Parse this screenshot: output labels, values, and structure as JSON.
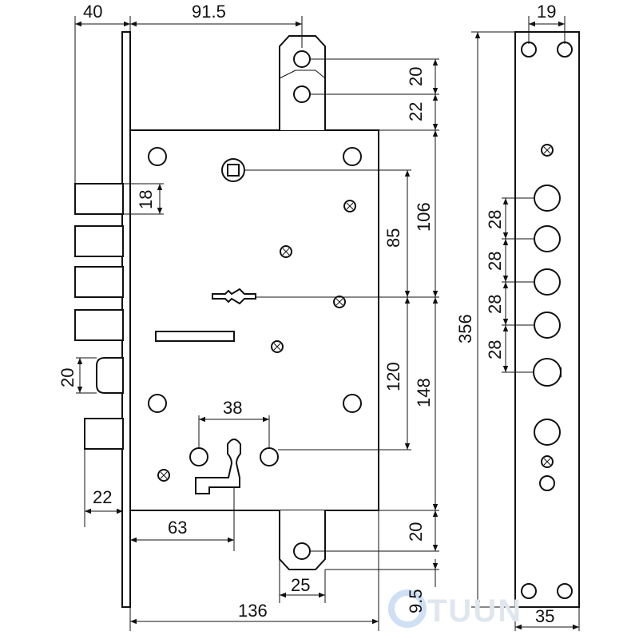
{
  "drawing": {
    "subject": "mortise lock dimension drawing",
    "dimensions": {
      "backset_top": "40",
      "top_width": "91.5",
      "faceplate_hole_spacing": "19",
      "strike_hole_top": "20",
      "strike_offset_top": "22",
      "bolt_height": "18",
      "height_85": "85",
      "height_106": "106",
      "total_height": "356",
      "spacing_28_a": "28",
      "spacing_28_b": "28",
      "spacing_28_c": "28",
      "spacing_28_d": "28",
      "latch_height": "20",
      "height_120": "120",
      "height_148": "148",
      "cylinder_spacing": "38",
      "backset_bottom": "22",
      "cylinder_backset": "63",
      "strike_hole_bottom": "20",
      "strike_width_bottom": "25",
      "bottom_offset": "9.5",
      "case_width": "136",
      "faceplate_width": "35"
    },
    "watermark": "TUUN"
  }
}
